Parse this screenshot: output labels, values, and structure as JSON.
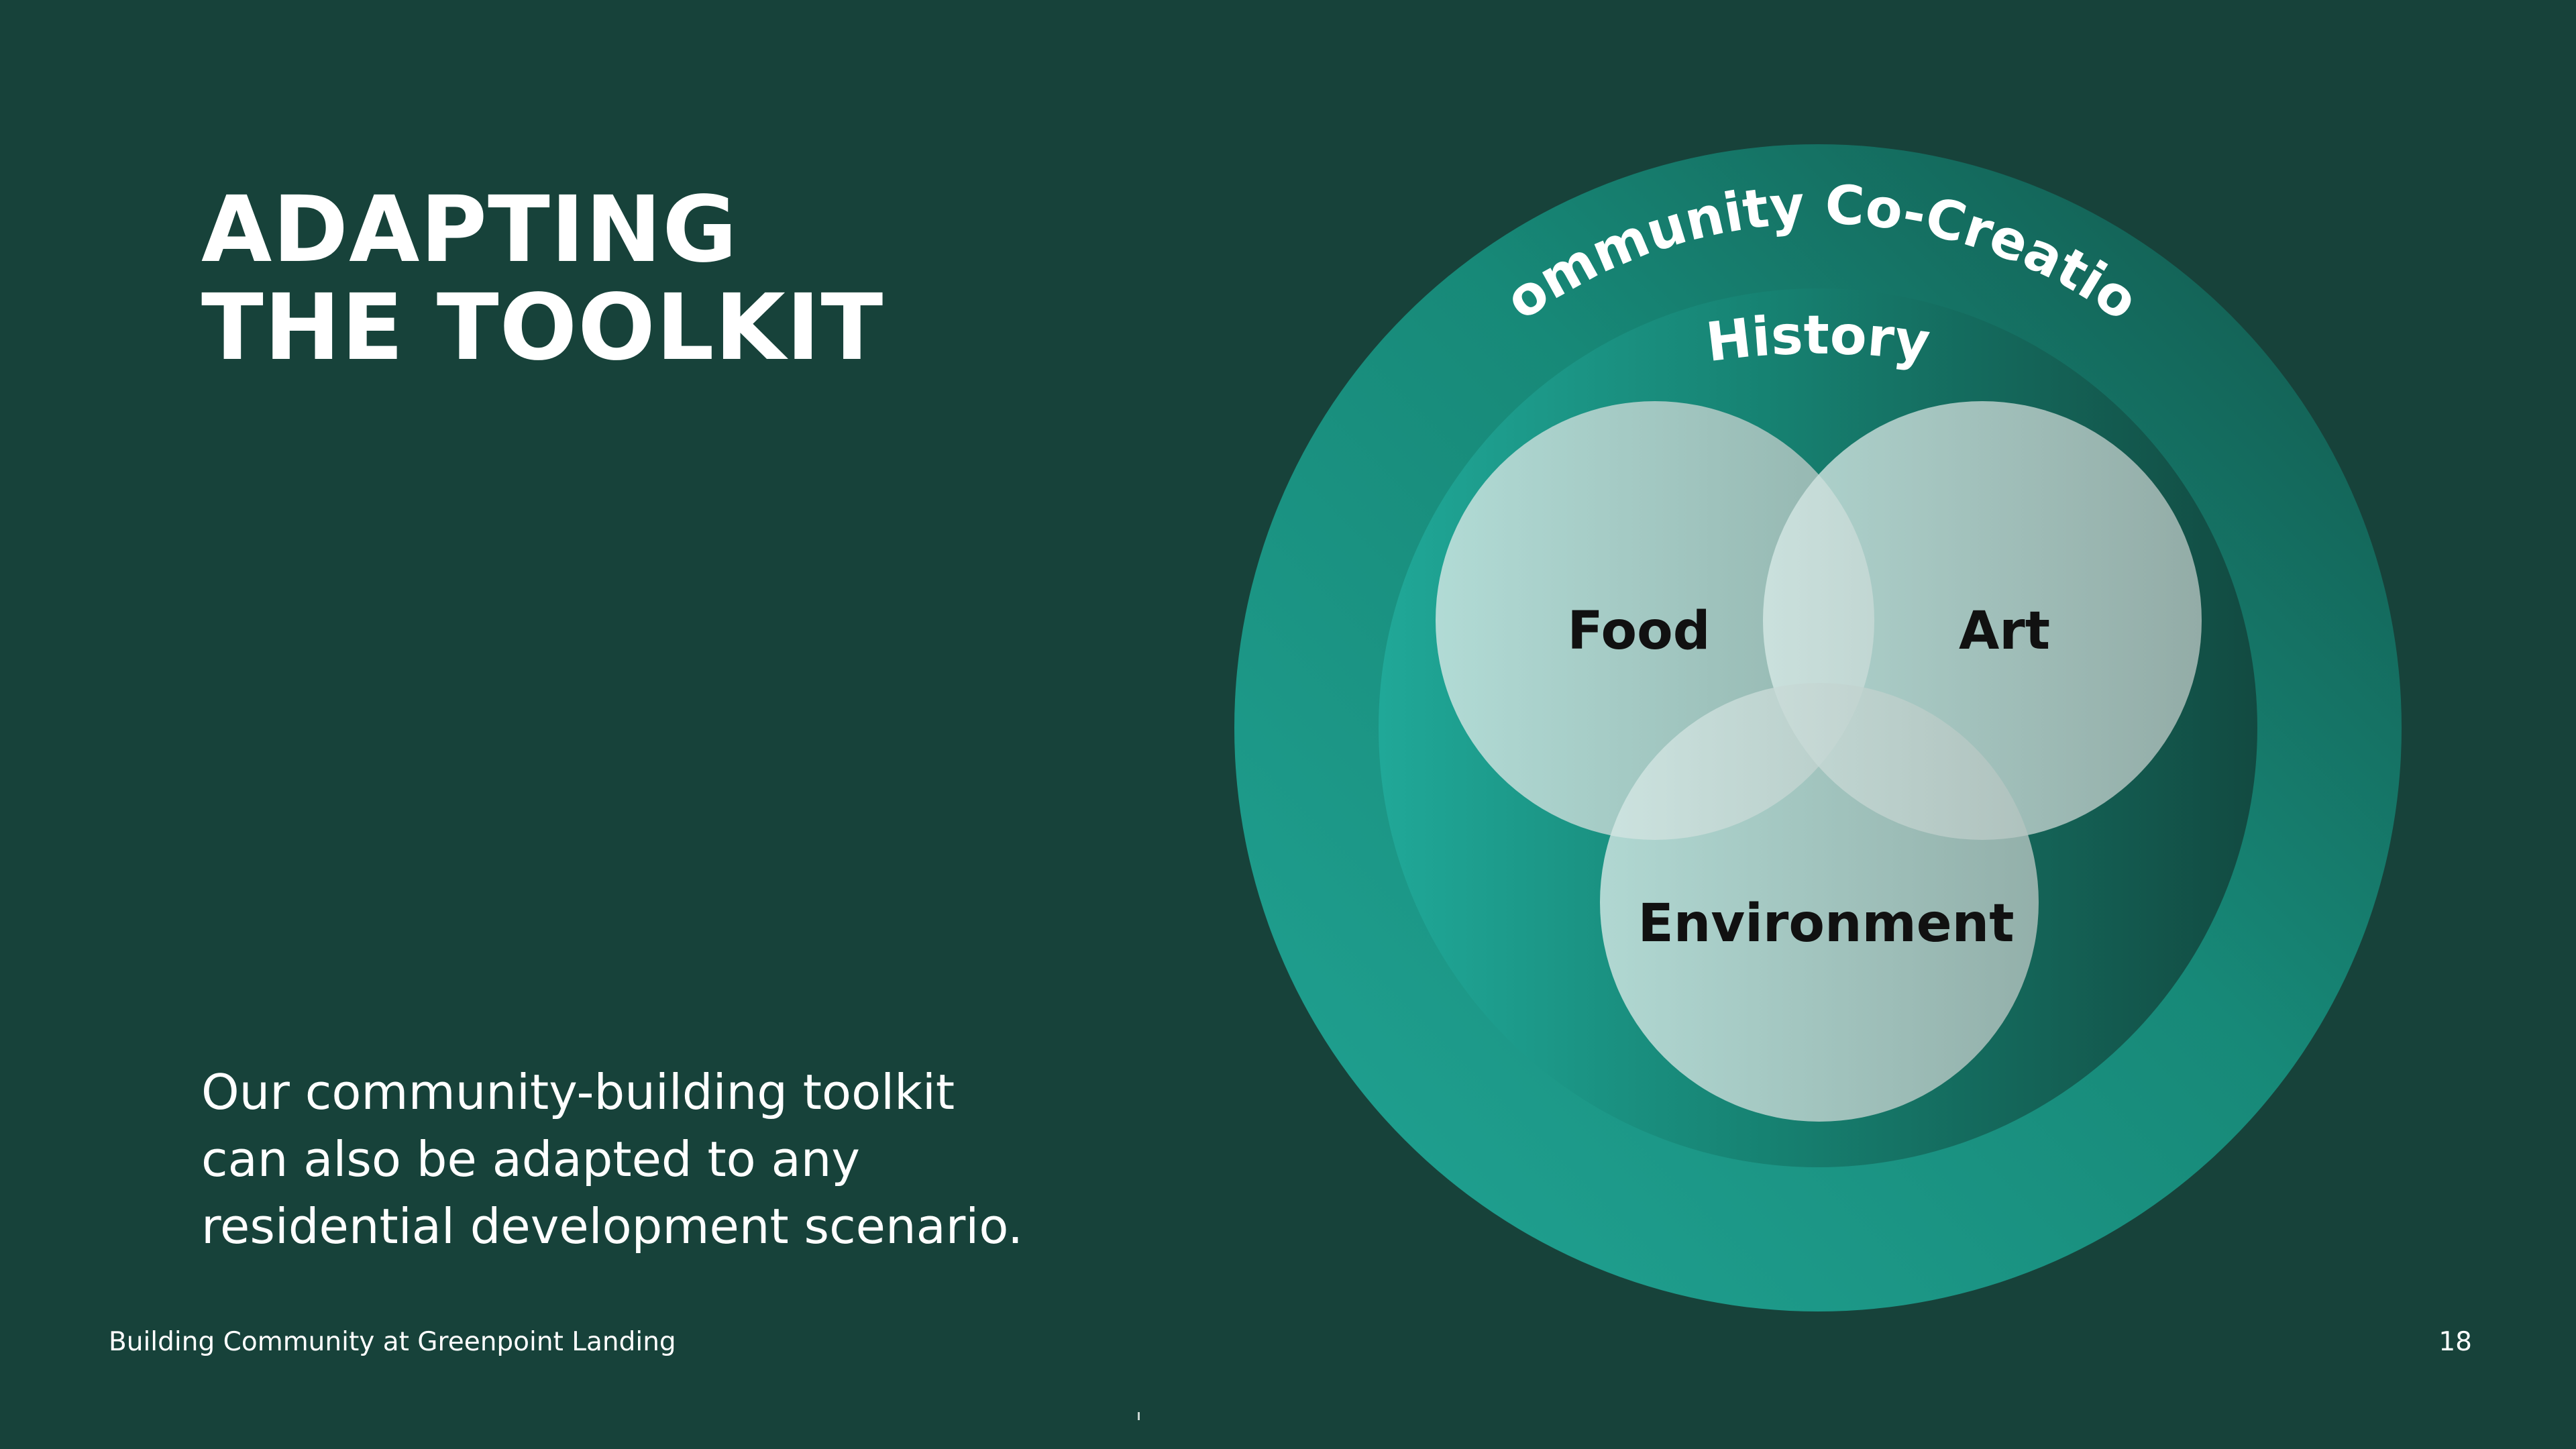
{
  "slide": {
    "title_lines": [
      "ADAPTING",
      "THE TOOLKIT"
    ],
    "body_lines": [
      "Our community-building toolkit",
      "can also be adapted to any",
      "residential development scenario."
    ],
    "footer": "Building Community at Greenpoint Landing",
    "page_number": "18"
  },
  "diagram": {
    "outer_ring_label": "Community Co-Creation",
    "inner_ring_label": "History",
    "circles": [
      "Food",
      "Art",
      "Environment"
    ]
  },
  "colors": {
    "background": "#17423a",
    "ring_teal": "#1fa596",
    "ring_dark": "#145a50",
    "circle_fill": "#d8e6e2",
    "circle_text": "#111111",
    "text": "#ffffff"
  }
}
